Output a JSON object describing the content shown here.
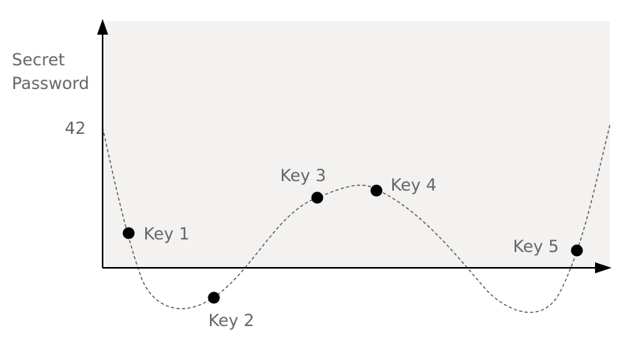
{
  "y_axis_label_line1": "Secret",
  "y_axis_label_line2": "Password",
  "y_tick_value": "42",
  "keys": [
    {
      "label": "Key 1"
    },
    {
      "label": "Key 2"
    },
    {
      "label": "Key 3"
    },
    {
      "label": "Key 4"
    },
    {
      "label": "Key 5"
    }
  ],
  "colors": {
    "plot_background": "#f3f2f1",
    "axis": "#000000",
    "curve": "#555555",
    "point": "#000000",
    "text": "#666666"
  }
}
